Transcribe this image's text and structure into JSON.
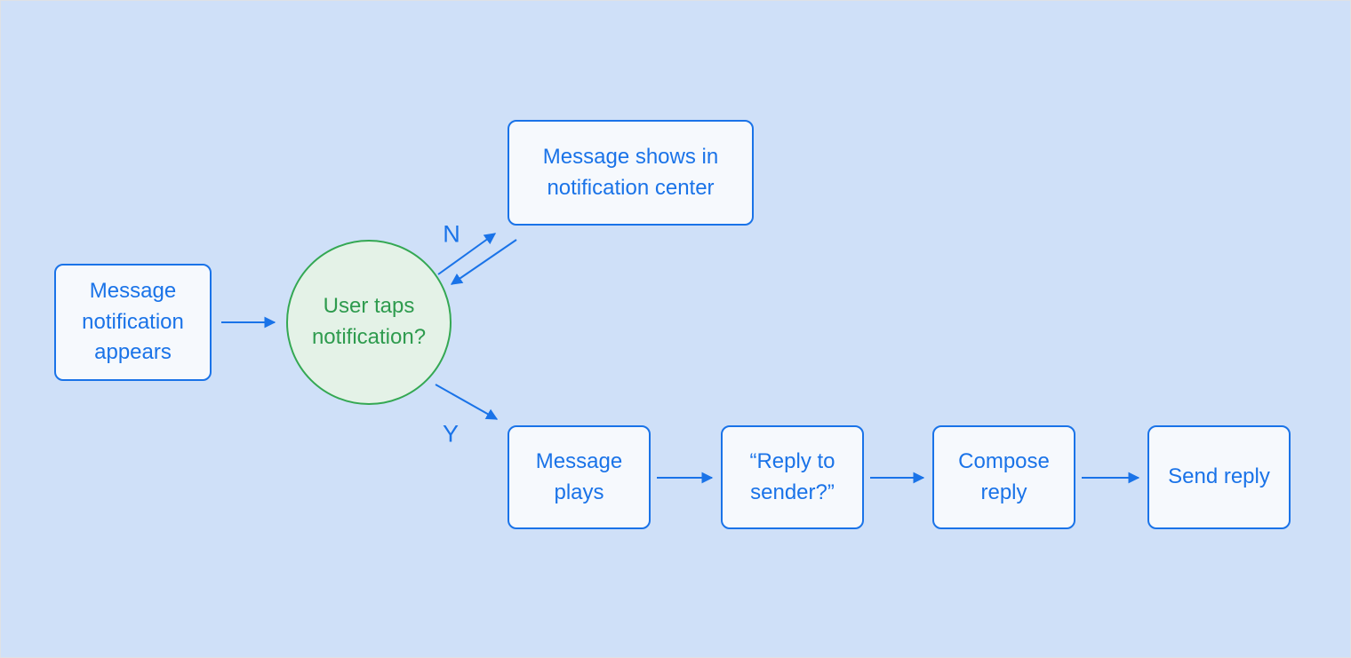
{
  "diagram": {
    "title": "message-notification-flowchart",
    "colors": {
      "background": "#cfe0f8",
      "edge_blue": "#1a73e8",
      "process_fill": "#f6f9fd",
      "process_border": "#1a73e8",
      "process_text": "#1a73e8",
      "decision_fill": "#e4f2e7",
      "decision_border": "#34a853",
      "decision_text": "#2e9b4e"
    },
    "nodes": {
      "start": {
        "label": "Message notification appears",
        "shape": "rounded-rect"
      },
      "decision": {
        "label": "User taps notification?",
        "shape": "circle"
      },
      "notif_center": {
        "label": "Message shows in notification center",
        "shape": "rounded-rect"
      },
      "plays": {
        "label": "Message plays",
        "shape": "rounded-rect"
      },
      "reply_q": {
        "label": "“Reply to sender?”",
        "shape": "rounded-rect"
      },
      "compose": {
        "label": "Compose reply",
        "shape": "rounded-rect"
      },
      "send": {
        "label": "Send reply",
        "shape": "rounded-rect"
      }
    },
    "edge_labels": {
      "no": "N",
      "yes": "Y"
    }
  }
}
